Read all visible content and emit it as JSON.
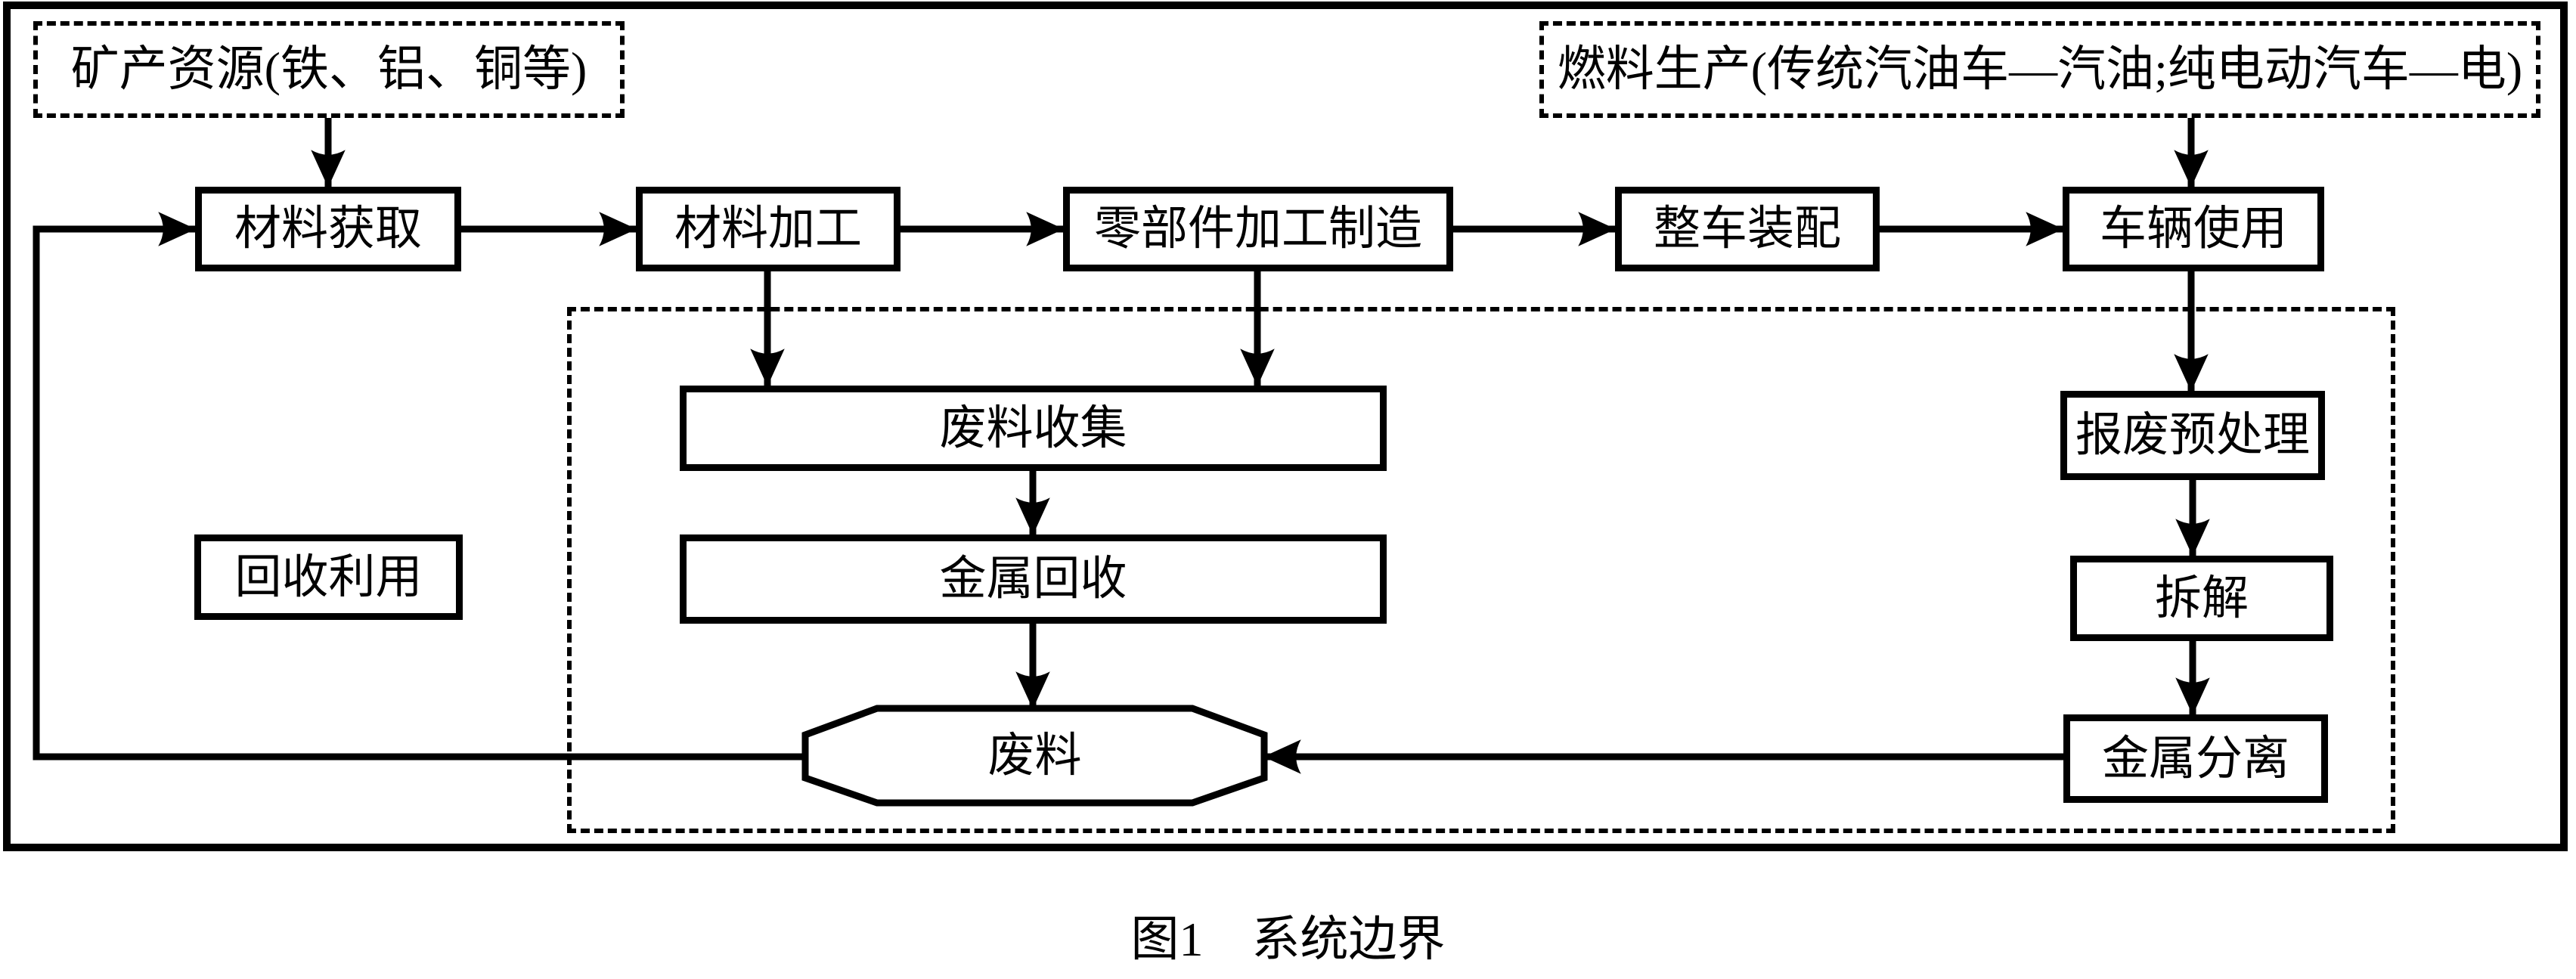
{
  "figure": {
    "caption": "图1　系统边界",
    "sources": {
      "mineral": "矿产资源(铁、铝、铜等)",
      "fuel": "燃料生产(传统汽油车—汽油;纯电动汽车—电)"
    },
    "nodes": {
      "material_acquisition": "材料获取",
      "material_processing": "材料加工",
      "parts_manufacturing": "零部件加工制造",
      "vehicle_assembly": "整车装配",
      "vehicle_use": "车辆使用",
      "waste_collection": "废料收集",
      "metal_recovery": "金属回收",
      "waste": "废料",
      "recycling_label": "回收利用",
      "scrap_pretreatment": "报废预处理",
      "dismantling": "拆解",
      "metal_separation": "金属分离"
    },
    "colors": {
      "ink": "#000000",
      "background": "#ffffff"
    }
  }
}
